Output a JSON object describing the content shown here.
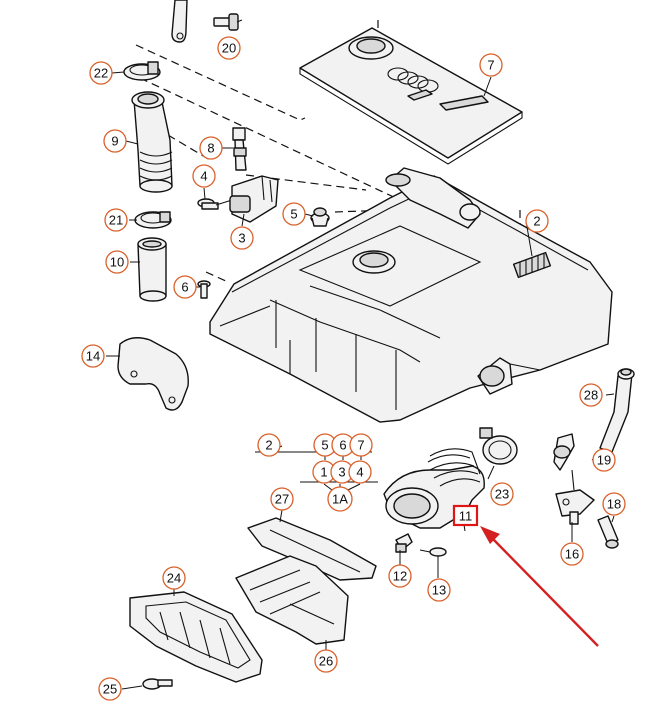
{
  "diagram": {
    "callouts": {
      "c20": "20",
      "c22": "22",
      "c7": "7",
      "c9": "9",
      "c8": "8",
      "c4": "4",
      "c3": "3",
      "c5": "5",
      "c21": "21",
      "c2top": "2",
      "c10": "10",
      "c6": "6",
      "c14": "14",
      "c28": "28",
      "c19": "19",
      "c2b": "2",
      "c5b": "5",
      "c6b": "6",
      "c7b": "7",
      "c1": "1",
      "c3b": "3",
      "c4b": "4",
      "c27": "27",
      "c23": "23",
      "c18": "18",
      "c16": "16",
      "c12": "12",
      "c13": "13",
      "c24": "24",
      "c26": "26",
      "c25": "25"
    },
    "assembly_label": "1A",
    "highlighted_part": "11",
    "colors": {
      "callout_outline": "#d9602a",
      "highlight_box": "#e01515",
      "arrow": "#d42020"
    }
  }
}
